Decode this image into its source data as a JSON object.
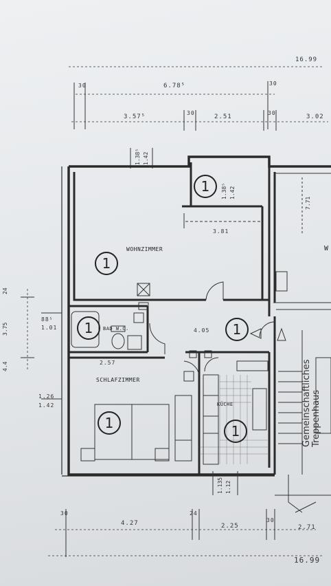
{
  "dimensions": {
    "total_top": "16.99",
    "top_wall_1": "30",
    "top_span": "6.78⁵",
    "top_wall_2": "30",
    "top_seg_1": "3.57⁵",
    "top_wall_3": "30",
    "top_seg_2": "2.51",
    "top_wall_4": "30",
    "top_seg_3": "3.02",
    "window_w_1": "1.38⁵",
    "window_h_1": "1.42",
    "window_w_2": "1.38⁵",
    "window_h_2": "1.42",
    "left_1": "24",
    "left_2": "3.75",
    "left_bath_w": "88⁵",
    "left_bath_h": "1.01",
    "left_3": "4.4",
    "left_bed_w": "1.26",
    "left_bed_h": "1.42",
    "living_width": "3.81",
    "hall_width": "4.05",
    "bed_width": "2.57",
    "room_right_h": "7.71",
    "kitchen_win_w": "1.135",
    "kitchen_win_h": "1.12",
    "bottom_wall_1": "30",
    "bottom_seg_1": "4.27",
    "bottom_wall_2": "24",
    "bottom_seg_2": "2.25",
    "bottom_wall_3": "30",
    "bottom_seg_3": "2.71",
    "total_bottom": "16.99"
  },
  "rooms": {
    "living": "WOHNZIMMER",
    "bath": "BAD W.C.",
    "bedroom": "SCHLAFZIMMER",
    "kitchen": "KÜCHE",
    "stair_text": "Gemeinschaftliches Treppenhaus",
    "right_room_partial": "W"
  },
  "markers": {
    "store_room": "1",
    "living": "1",
    "bath": "1",
    "hall": "1",
    "bedroom": "1",
    "kitchen": "1"
  }
}
